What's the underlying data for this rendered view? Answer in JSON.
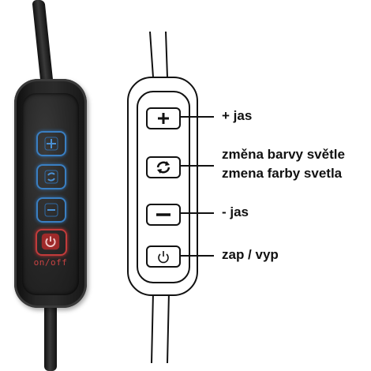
{
  "photo": {
    "onoff_label": "on/off",
    "button_color": "#3a7fc2",
    "power_color": "#c23b3b"
  },
  "callouts": {
    "plus": "+ jas",
    "color_cz": "změna barvy světle",
    "color_sk": "zmena farby svetla",
    "minus": "- jas",
    "power": "zap / vyp"
  },
  "icons": [
    "plus-icon",
    "color-cycle-icon",
    "minus-icon",
    "power-icon"
  ]
}
